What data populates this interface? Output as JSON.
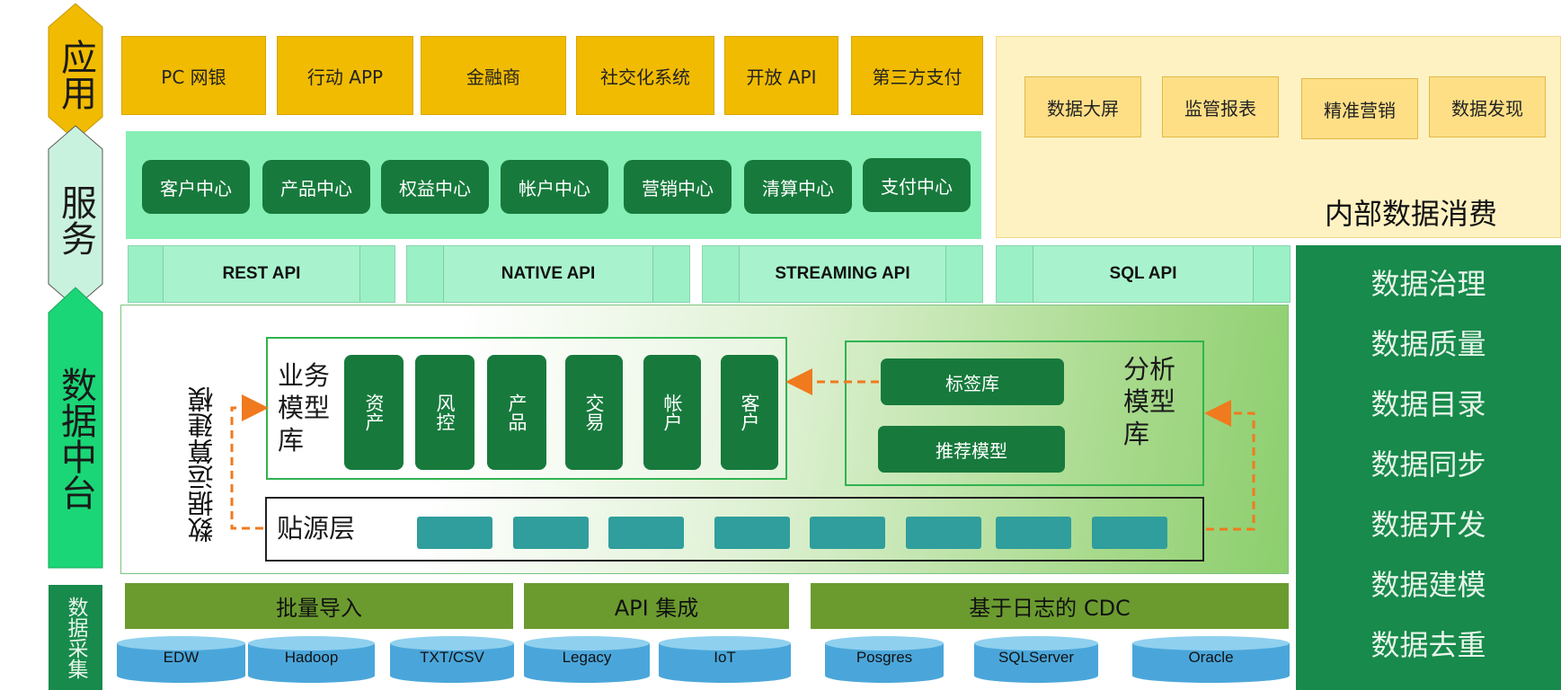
{
  "layers": {
    "application": "应用",
    "service": "服务",
    "data_platform": "数据中台",
    "collection": "数据采集"
  },
  "apps": [
    "PC 网银",
    "行动 APP",
    "金融商",
    "社交化系统",
    "开放 API",
    "第三方支付"
  ],
  "service_centers": [
    "客户中心",
    "产品中心",
    "权益中心",
    "帐户中心",
    "营销中心",
    "清算中心",
    "支付中心"
  ],
  "internal": {
    "items": [
      "数据大屏",
      "监管报表",
      "精准营销",
      "数据发现"
    ],
    "title": "内部数据消费"
  },
  "apis": [
    "REST API",
    "NATIVE  API",
    "STREAMING  API",
    "SQL   API"
  ],
  "governance": [
    "数据治理",
    "数据质量",
    "数据目录",
    "数据同步",
    "数据开发",
    "数据建模",
    "数据去重"
  ],
  "platform": {
    "compute_label": "数据运算建模",
    "business_lib": "业务模型库",
    "business_models": [
      "资产",
      "风控",
      "产品",
      "交易",
      "帐户",
      "客户"
    ],
    "analysis_lib": "分析模型库",
    "analysis_models": [
      "标签库",
      "推荐模型"
    ],
    "source_layer": "贴源层"
  },
  "collection_methods": [
    "批量导入",
    "API 集成",
    "基于日志的 CDC"
  ],
  "sources": [
    "EDW",
    "Hadoop",
    "TXT/CSV",
    "Legacy",
    "IoT",
    "Posgres",
    "SQLServer",
    "Oracle"
  ],
  "colors": {
    "app_yellow": "#f0bb00",
    "service_dark_green": "#177a3c",
    "service_band": "#86efb5",
    "api_green": "#9bf0c6",
    "governance_green": "#178a4c",
    "collection_olive": "#6b9b2f",
    "source_teal": "#2f9e9c",
    "db_blue": "#4aa6da",
    "arrow_orange": "#f07a1e"
  }
}
